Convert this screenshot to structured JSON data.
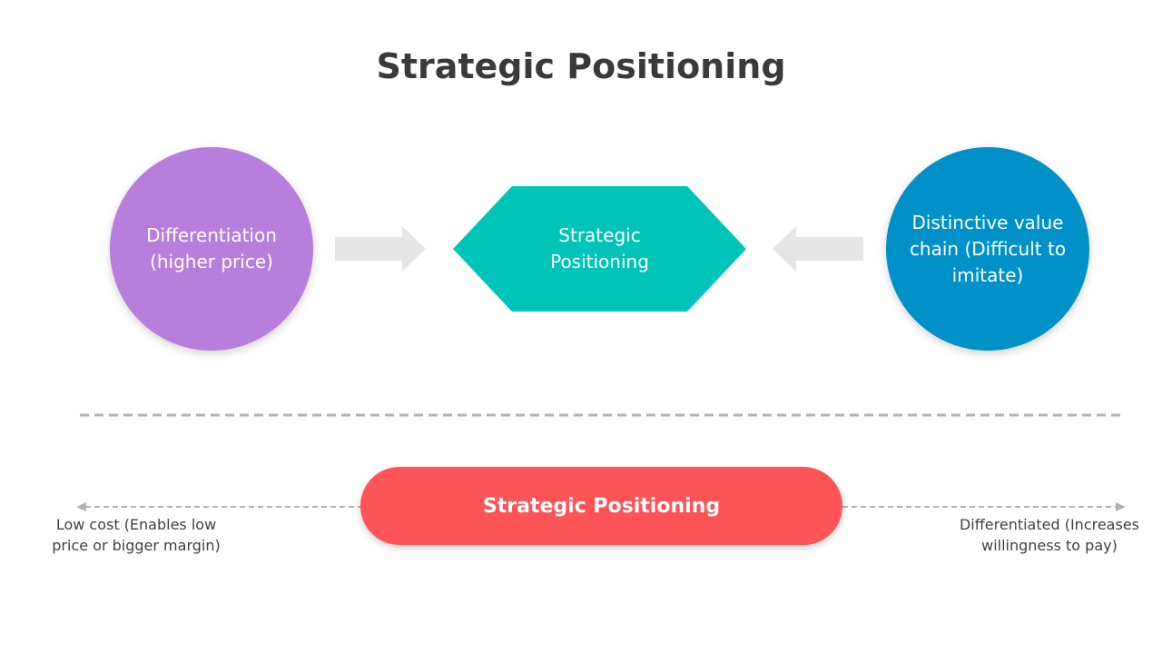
{
  "title": "Strategic Positioning",
  "colors": {
    "left_circle": "#b77edb",
    "center_hexagon": "#00c4b8",
    "right_circle": "#0091c9",
    "pill": "#ff5457",
    "arrows": "#e6e6e6",
    "dashes": "#b3b3b3"
  },
  "left_circle": {
    "label": "Differentiation (higher price)"
  },
  "center_hexagon": {
    "label": "Strategic Positioning"
  },
  "right_circle": {
    "label": "Distinctive value chain (Difficult to imitate)"
  },
  "bottom_scale": {
    "center_label": "Strategic Positioning",
    "left_label": "Low cost (Enables low price or bigger margin)",
    "right_label": "Differentiated (Increases willingness to pay)"
  }
}
